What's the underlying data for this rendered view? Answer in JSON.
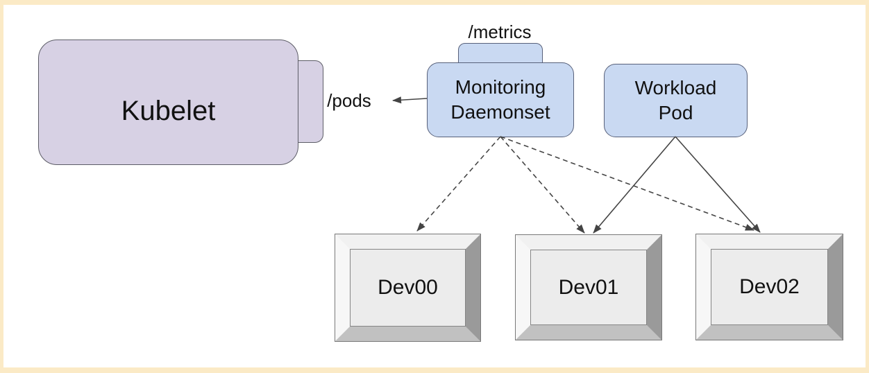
{
  "diagram": {
    "nodes": {
      "kubelet": {
        "label": "Kubelet"
      },
      "pods_endpoint": {
        "label": "/pods"
      },
      "metrics_endpoint": {
        "label": "/metrics"
      },
      "monitoring_daemonset": {
        "label": "Monitoring\nDaemonset"
      },
      "workload_pod": {
        "label": "Workload\nPod"
      }
    },
    "devices": [
      {
        "label": "Dev00"
      },
      {
        "label": "Dev01"
      },
      {
        "label": "Dev02"
      }
    ],
    "edges": [
      {
        "from": "monitoring_daemonset",
        "to": "kubelet_pods_endpoint",
        "style": "solid-arrow"
      },
      {
        "from": "monitoring_daemonset",
        "to": "Dev00",
        "style": "dashed-arrow"
      },
      {
        "from": "monitoring_daemonset",
        "to": "Dev01",
        "style": "dashed-arrow"
      },
      {
        "from": "monitoring_daemonset",
        "to": "Dev02",
        "style": "dashed-arrow"
      },
      {
        "from": "workload_pod",
        "to": "Dev01",
        "style": "solid-arrow"
      },
      {
        "from": "workload_pod",
        "to": "Dev02",
        "style": "solid-arrow"
      }
    ],
    "colors": {
      "frame_border": "#fbeac6",
      "canvas": "#ffffff",
      "kubelet_fill": "#d7d1e4",
      "pod_fill": "#c9d9f2",
      "node_stroke": "#5c5c66",
      "arrow": "#444444",
      "device_face": "#ececec",
      "device_bevel_light": "#f1f1f1",
      "device_bevel_dark": "#9a9a9a",
      "device_bevel_bottom": "#c1c1c1"
    }
  }
}
